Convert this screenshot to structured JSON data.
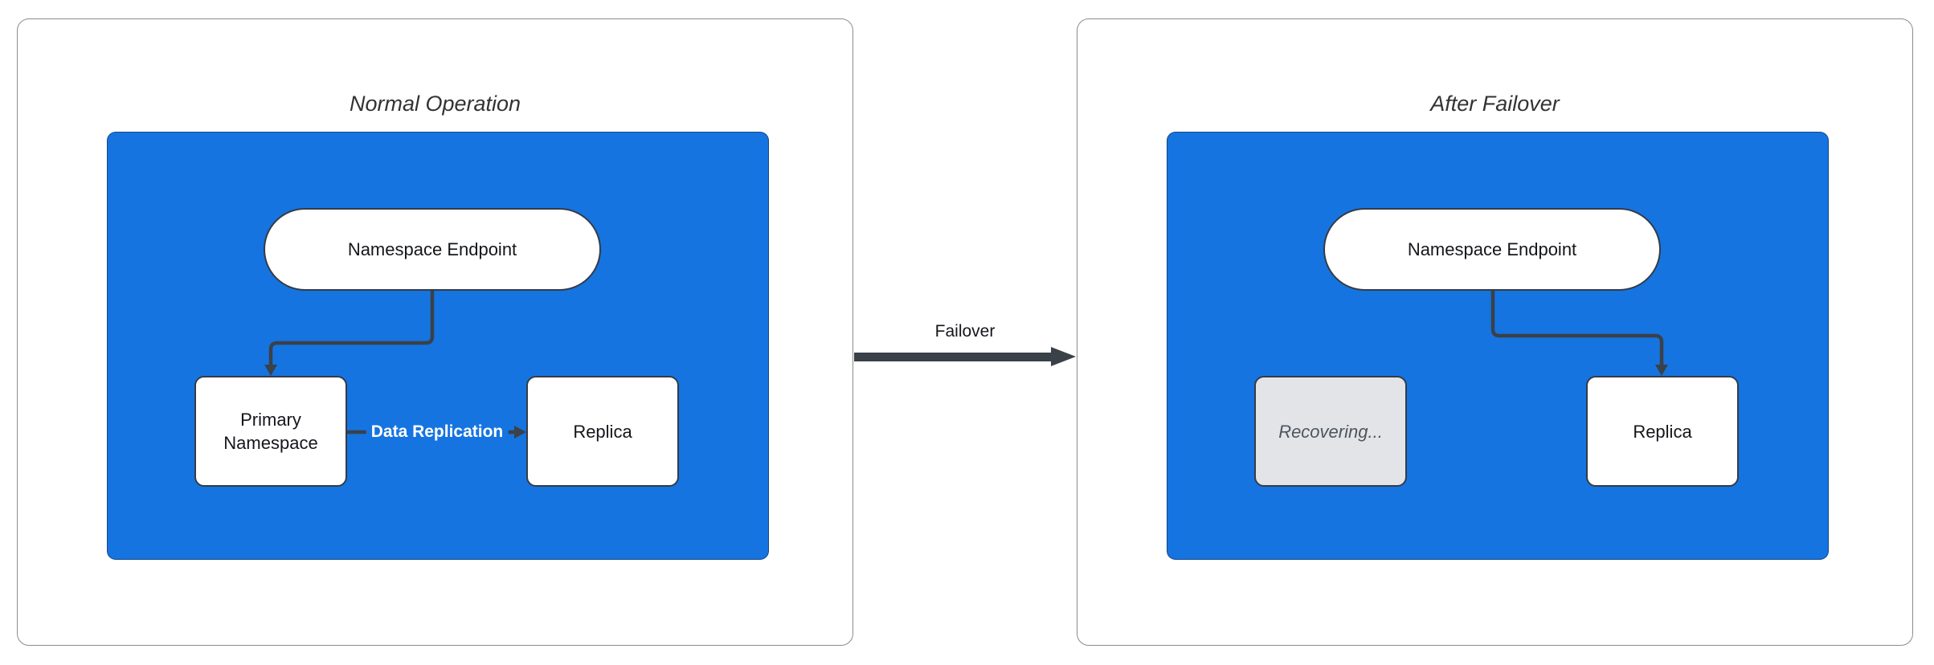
{
  "diagram": {
    "left_panel": {
      "title": "Normal Operation",
      "endpoint_label": "Namespace Endpoint",
      "primary_label": "Primary Namespace",
      "replica_label": "Replica",
      "replication_edge_label": "Data Replication"
    },
    "right_panel": {
      "title": "After Failover",
      "endpoint_label": "Namespace Endpoint",
      "recovering_label": "Recovering...",
      "replica_label": "Replica"
    },
    "failover_edge_label": "Failover"
  },
  "colors": {
    "container_fill": "#1574E0",
    "edge": "#3A4148",
    "node_border": "#343B46",
    "node_text": "#14161A",
    "recovering_fill": "#E3E4E8",
    "recovering_text": "#4E555E",
    "title": "#333333",
    "panel_border": "#8C8C8C",
    "edge_label_text": "#FFFFFF"
  }
}
